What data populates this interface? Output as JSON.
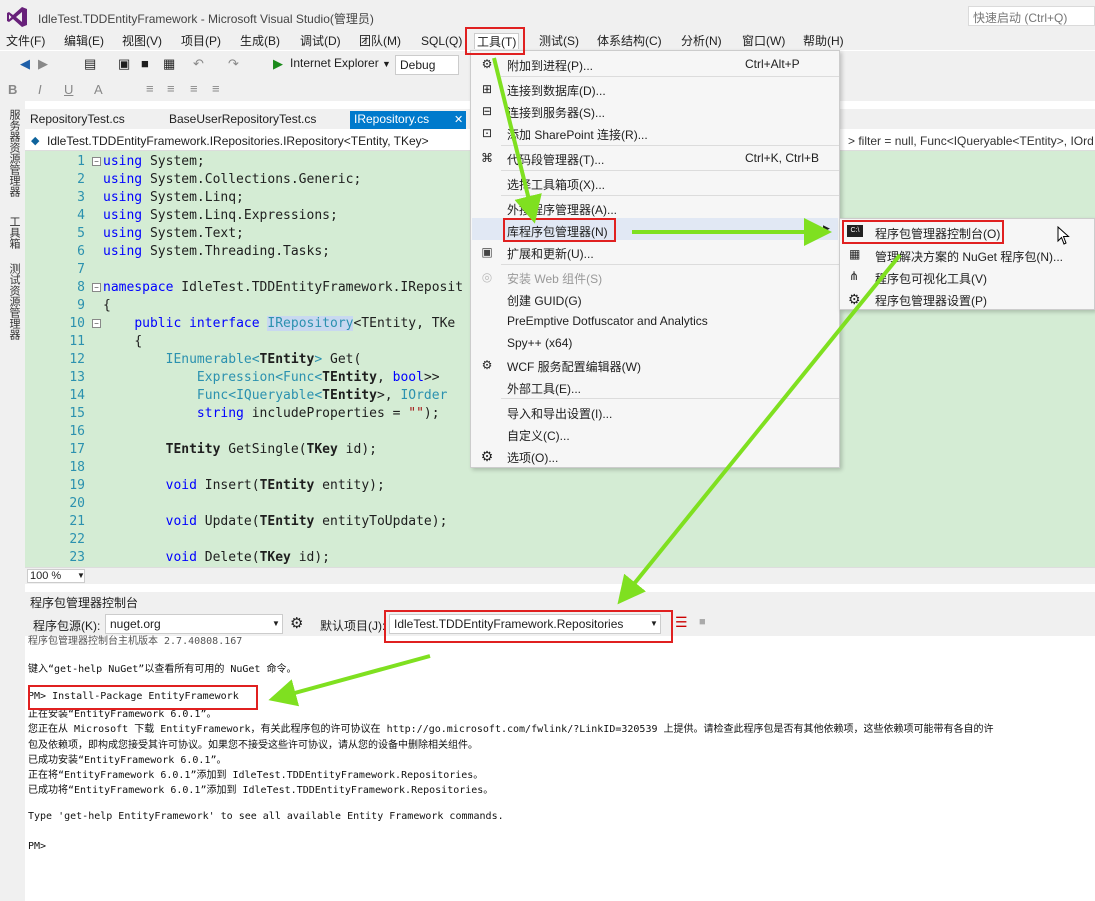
{
  "window": {
    "title": "IdleTest.TDDEntityFramework - Microsoft Visual Studio(管理员)",
    "quick_launch": "快速启动 (Ctrl+Q)"
  },
  "menubar": [
    "文件(F)",
    "编辑(E)",
    "视图(V)",
    "项目(P)",
    "生成(B)",
    "调试(D)",
    "团队(M)",
    "SQL(Q)",
    "工具(T)",
    "测试(S)",
    "体系结构(C)",
    "分析(N)",
    "窗口(W)",
    "帮助(H)"
  ],
  "toolbar": {
    "browser": "Internet Explorer",
    "config": "Debug"
  },
  "sidebar": [
    "服务器资源管理器",
    "工具箱",
    "测试资源管理器"
  ],
  "tabs": [
    "RepositoryTest.cs",
    "BaseUserRepositoryTest.cs",
    "IRepository.cs"
  ],
  "navbar": {
    "left": "IdleTest.TDDEntityFramework.IRepositories.IRepository<TEntity, TKey>",
    "right": "> filter = null, Func<IQueryable<TEntity>, IOrd"
  },
  "code": {
    "line_numbers": [
      "1",
      "2",
      "3",
      "4",
      "5",
      "6",
      "7",
      "8",
      "9",
      "10",
      "11",
      "12",
      "13",
      "14",
      "15",
      "16",
      "17",
      "18",
      "19",
      "20",
      "21",
      "22",
      "23"
    ],
    "l1": "System;",
    "l2": "System.Collections.Generic;",
    "l3": "System.Linq;",
    "l4": "System.Linq.Expressions;",
    "l5": "System.Text;",
    "l6": "System.Threading.Tasks;",
    "kw_using": "using",
    "kw_namespace": "namespace",
    "l8": "IdleTest.TDDEntityFramework.IReposit",
    "brace_open": "{",
    "kw_public": "public",
    "kw_interface": "interface",
    "iface": "IRepository",
    "l10_rest": "<TEntity, TKe",
    "ienum": "IEnumerable",
    "tentity": "TEntity",
    "get": "Get(",
    "expr": "Expression",
    "func": "Func",
    "bool": "bool",
    "gtgt": ">>",
    "iqueryable": "IQueryable",
    "iorder": "IOrder",
    "kw_string": "string",
    "incl": "includeProperties = ",
    "empty_str": "\"\"",
    "paren_end": ");",
    "l17": "GetSingle(",
    "tkey": "TKey",
    "id_end": " id);",
    "kw_void": "void",
    "insert": "Insert(",
    "entity_end": " entity);",
    "update": "Update(",
    "upd_end": " entityToUpdate);",
    "delete": "Delete("
  },
  "zoom": "100 %",
  "pmc": {
    "title": "程序包管理器控制台",
    "source_label": "程序包源(K):",
    "source_value": "nuget.org",
    "default_project_label": "默认项目(J):",
    "default_project_value": "IdleTest.TDDEntityFramework.Repositories",
    "lines": [
      "程序包管理器控制台主机版本 2.7.40808.167",
      "",
      "键入“get-help NuGet”以查看所有可用的 NuGet 命令。",
      "",
      "PM> Install-Package EntityFramework",
      "正在安装“EntityFramework 6.0.1”。",
      "您正在从 Microsoft 下载 EntityFramework，有关此程序包的许可协议在 http://go.microsoft.com/fwlink/?LinkID=320539 上提供。请检查此程序包是否有其他依赖项，这些依赖项可能带有各自的许",
      "包及依赖项，即构成您接受其许可协议。如果您不接受这些许可协议，请从您的设备中删除相关组件。",
      "已成功安装“EntityFramework 6.0.1”。",
      "正在将“EntityFramework 6.0.1”添加到 IdleTest.TDDEntityFramework.Repositories。",
      "已成功将“EntityFramework 6.0.1”添加到 IdleTest.TDDEntityFramework.Repositories。",
      "",
      "Type 'get-help EntityFramework' to see all available Entity Framework commands.",
      "",
      "PM>"
    ]
  },
  "tools_menu": [
    {
      "label": "附加到进程(P)...",
      "shortcut": "Ctrl+Alt+P"
    },
    {
      "label": "连接到数据库(D)...",
      "shortcut": ""
    },
    {
      "label": "连接到服务器(S)...",
      "shortcut": ""
    },
    {
      "label": "添加 SharePoint 连接(R)...",
      "shortcut": ""
    },
    {
      "label": "代码段管理器(T)...",
      "shortcut": "Ctrl+K, Ctrl+B"
    },
    {
      "label": "选择工具箱项(X)...",
      "shortcut": ""
    },
    {
      "label": "外接程序管理器(A)...",
      "shortcut": ""
    },
    {
      "label": "库程序包管理器(N)",
      "shortcut": ""
    },
    {
      "label": "扩展和更新(U)...",
      "shortcut": ""
    },
    {
      "label": "安装 Web 组件(S)",
      "shortcut": ""
    },
    {
      "label": "创建 GUID(G)",
      "shortcut": ""
    },
    {
      "label": "PreEmptive Dotfuscator and Analytics",
      "shortcut": ""
    },
    {
      "label": "Spy++ (x64)",
      "shortcut": ""
    },
    {
      "label": "WCF 服务配置编辑器(W)",
      "shortcut": ""
    },
    {
      "label": "外部工具(E)...",
      "shortcut": ""
    },
    {
      "label": "导入和导出设置(I)...",
      "shortcut": ""
    },
    {
      "label": "自定义(C)...",
      "shortcut": ""
    },
    {
      "label": "选项(O)...",
      "shortcut": ""
    }
  ],
  "submenu": [
    "程序包管理器控制台(O)",
    "管理解决方案的 NuGet 程序包(N)...",
    "程序包可视化工具(V)",
    "程序包管理器设置(P)"
  ],
  "colors": {
    "accent": "#007acc",
    "highlight_box": "#e02020",
    "arrow": "#7fe020",
    "editor_bg": "#d4ecd4"
  }
}
